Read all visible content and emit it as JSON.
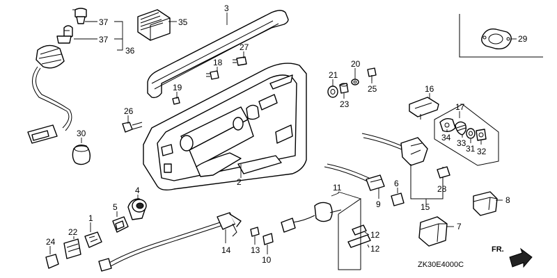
{
  "diagram_code": "ZK30E4000C",
  "direction_label": "FR.",
  "callouts": {
    "c1": "1",
    "c2": "2",
    "c3": "3",
    "c4": "4",
    "c5": "5",
    "c6": "6",
    "c7": "7",
    "c8": "8",
    "c9": "9",
    "c10": "10",
    "c11": "11",
    "c12a": "12",
    "c12b": "12",
    "c13": "13",
    "c14": "14",
    "c15": "15",
    "c16": "16",
    "c17": "17",
    "c18": "18",
    "c19": "19",
    "c20": "20",
    "c21": "21",
    "c22": "22",
    "c23": "23",
    "c24": "24",
    "c25": "25",
    "c26": "26",
    "c27": "27",
    "c28": "28",
    "c29": "29",
    "c30": "30",
    "c31": "31",
    "c32": "32",
    "c33": "33",
    "c34": "34",
    "c35": "35",
    "c36": "36",
    "c37a": "37",
    "c37b": "37"
  }
}
